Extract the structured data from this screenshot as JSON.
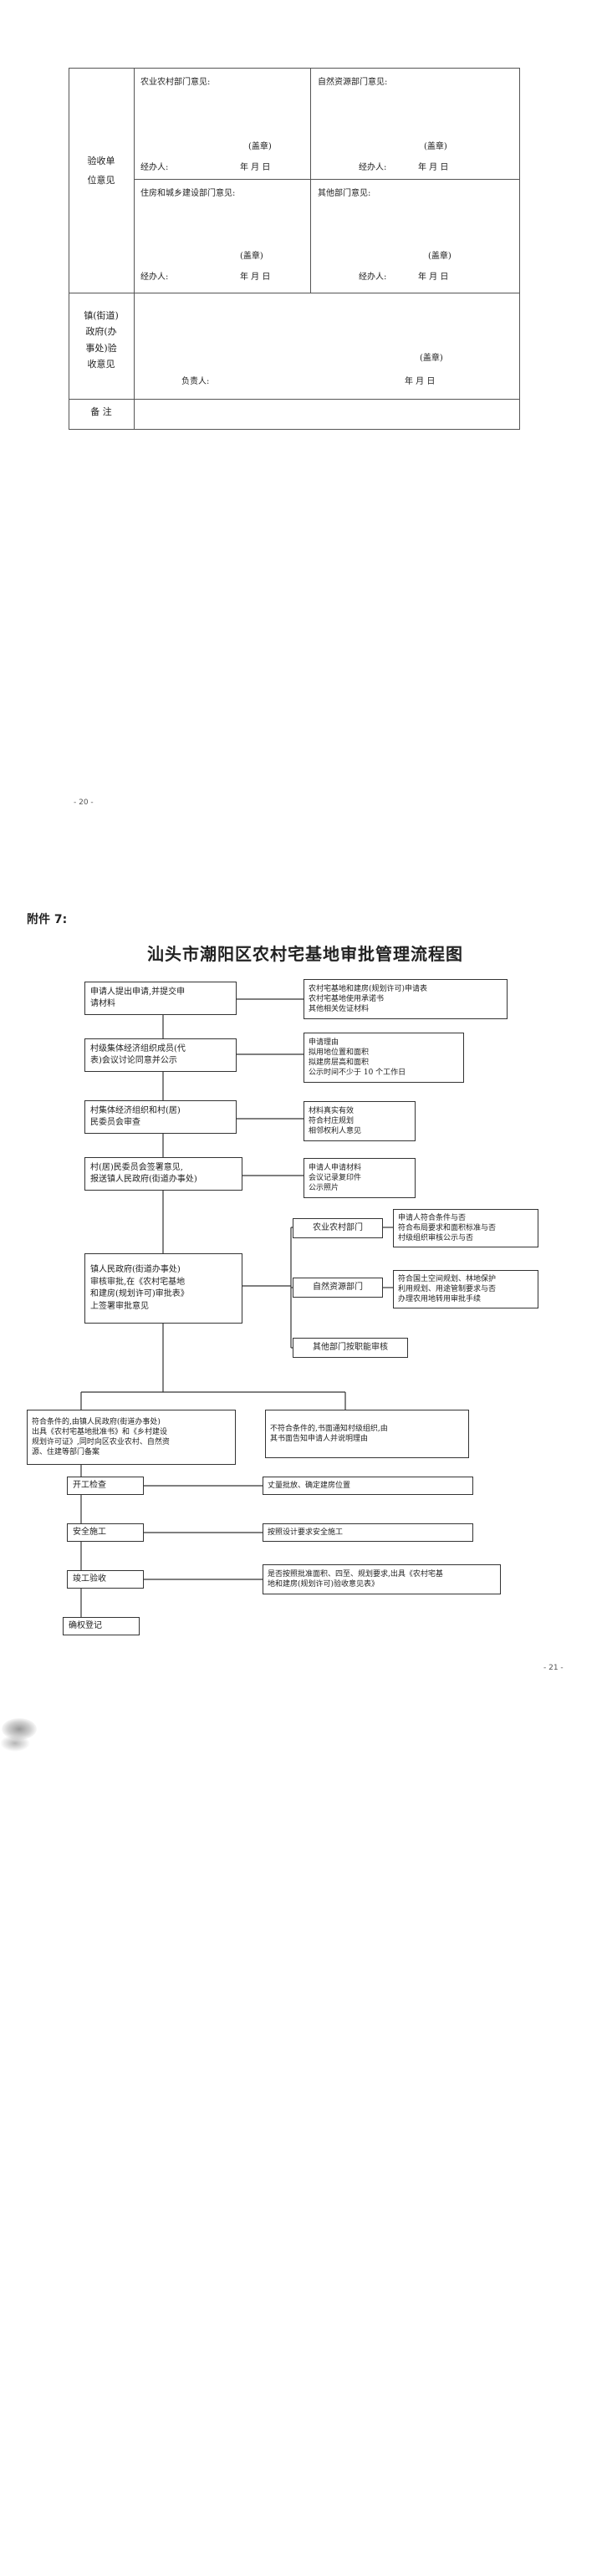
{
  "table": {
    "acceptance_label": "验收单\n位意见",
    "agri_dept": "农业农村部门意见:",
    "natres_dept": "自然资源部门意见:",
    "housing_dept": "住房和城乡建设部门意见:",
    "other_dept": "其他部门意见:",
    "seal": "(盖章)",
    "handler": "经办人:",
    "date": "年    月    日",
    "town_label": "镇(街道)\n政府(办\n事处)验\n收意见",
    "responsible": "负责人:",
    "remark_label": "备  注"
  },
  "page_numbers": {
    "p20": "- 20 -",
    "p21": "- 21 -"
  },
  "annex_label": "附件 7:",
  "flow_title": "汕头市潮阳区农村宅基地审批管理流程图",
  "flow": {
    "b1": "申请人提出申请,并提交申\n请材料",
    "b1_note": "农村宅基地和建房(规划许可)申请表\n农村宅基地使用承诺书\n其他相关佐证材料",
    "b2": "村级集体经济组织成员(代\n表)会议讨论同意并公示",
    "b2_note": "申请理由\n拟用地位置和面积\n拟建房层高和面积\n公示时间不少于 10 个工作日",
    "b3": "村集体经济组织和村(居)\n民委员会审查",
    "b3_note": "材料真实有效\n符合村庄规划\n相邻权利人意见",
    "b4": "村(居)民委员会签署意见,\n报送镇人民政府(街道办事处)",
    "b4_note": "申请人申请材料\n会议记录复印件\n公示照片",
    "b5": "镇人民政府(街道办事处)\n审核审批,在《农村宅基地\n和建房(规划许可)审批表》\n上签署审批意见",
    "agri": "农业农村部门",
    "agri_note": "申请人符合条件与否\n符合布局要求和面积标准与否\n村级组织审核公示与否",
    "natres": "自然资源部门",
    "natres_note": "符合国土空间规划、林地保护\n利用规划、用途管制要求与否\n办理农用地转用审批手续",
    "other": "其他部门按职能审核",
    "approve": "符合条件的,由镇人民政府(街道办事处)\n出具《农村宅基地批准书》和《乡村建设\n规划许可证》,同时向区农业农村、自然资\n源、住建等部门备案",
    "reject": "不符合条件的,书面通知村级组织,由\n其书面告知申请人并说明理由",
    "s1": "开工检查",
    "s1_note": "丈量批放、确定建房位置",
    "s2": "安全施工",
    "s2_note": "按照设计要求安全施工",
    "s3": "竣工验收",
    "s3_note": "是否按照批准面积、四至、规划要求,出具《农村宅基\n地和建房(规划许可)验收意见表》",
    "s4": "确权登记"
  }
}
